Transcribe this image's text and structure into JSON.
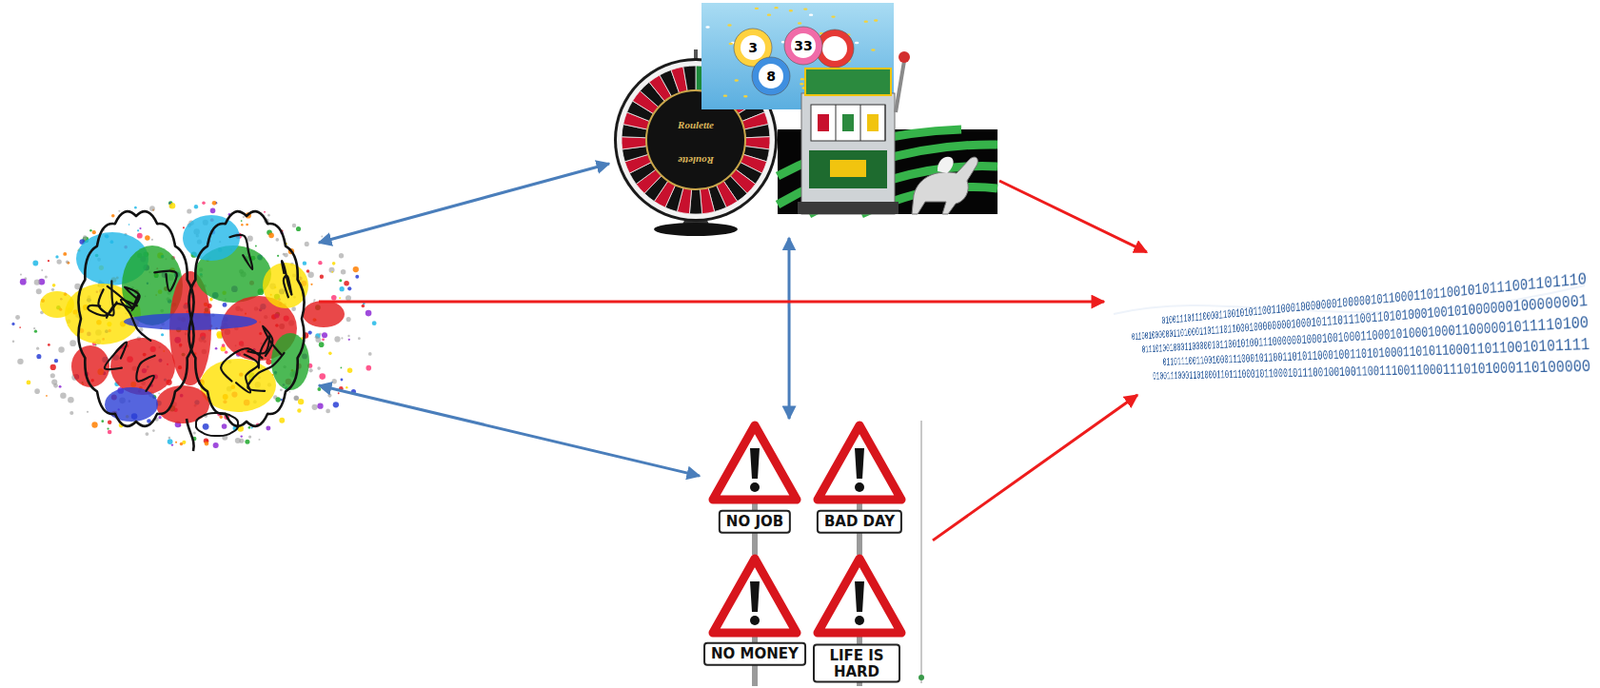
{
  "diagram": {
    "nodes": [
      {
        "text": []
      },
      {
        "text": [
          "3",
          "33",
          "8",
          "Roulette",
          "Roulette"
        ]
      },
      {
        "text": [
          "NO JOB",
          "BAD DAY",
          "NO MONEY",
          "LIFE IS HARD"
        ]
      },
      {
        "text": [
          "0100111011100001100101011001100010000000100000101100011011001010111001101110",
          "0110010000001101000110111011000100000000100010111011100110101000100101000000100000001",
          "0111010010001100000101100101001110000001000100100011000101000100011000001011110100",
          "0110111001100100011100010110011010110001001101010001101011000110110010101111",
          "0100111000110100011011100010110001011100100100110011100110001110101000110100000"
        ]
      }
    ],
    "edges": [
      {
        "from": 0,
        "to": 1,
        "arrow": "both"
      },
      {
        "from": 1,
        "to": 2,
        "arrow": "both"
      },
      {
        "from": 0,
        "to": 2,
        "arrow": "both"
      },
      {
        "from": 0,
        "to": 3,
        "arrow": "to"
      },
      {
        "from": 1,
        "to": 3,
        "arrow": "to"
      },
      {
        "from": 2,
        "to": 3,
        "arrow": "to"
      }
    ]
  }
}
